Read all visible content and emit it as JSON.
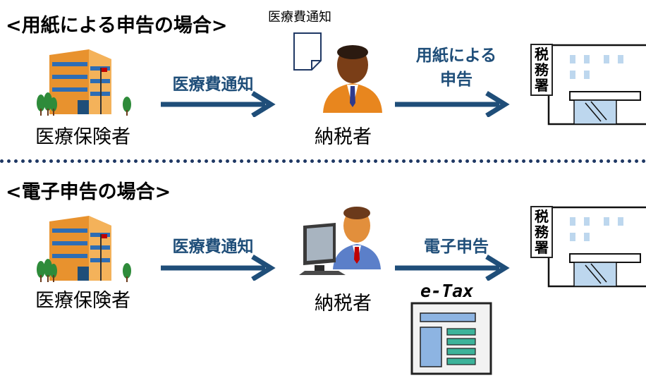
{
  "paper_section": {
    "title": "<用紙による申告の場合>",
    "doc_label": "医療費通知",
    "insurer_label": "医療保険者",
    "arrow1_label": "医療費通知",
    "taxpayer_label": "納税者",
    "arrow2_label_line1": "用紙による",
    "arrow2_label_line2": "申告",
    "tax_office_sign": [
      "税",
      "務",
      "署"
    ]
  },
  "electronic_section": {
    "title": "<電子申告の場合>",
    "insurer_label": "医療保険者",
    "arrow1_label": "医療費通知",
    "taxpayer_label": "納税者",
    "arrow2_label": "電子申告",
    "etax_label": "e-Tax",
    "tax_office_sign": [
      "税",
      "務",
      "署"
    ]
  },
  "colors": {
    "arrow": "#1F4E79",
    "label": "#1F4E79",
    "divider": "#1F3864",
    "building_orange": "#F0A040",
    "building_blue": "#2E6DB4",
    "tree": "#2E8B3A"
  }
}
